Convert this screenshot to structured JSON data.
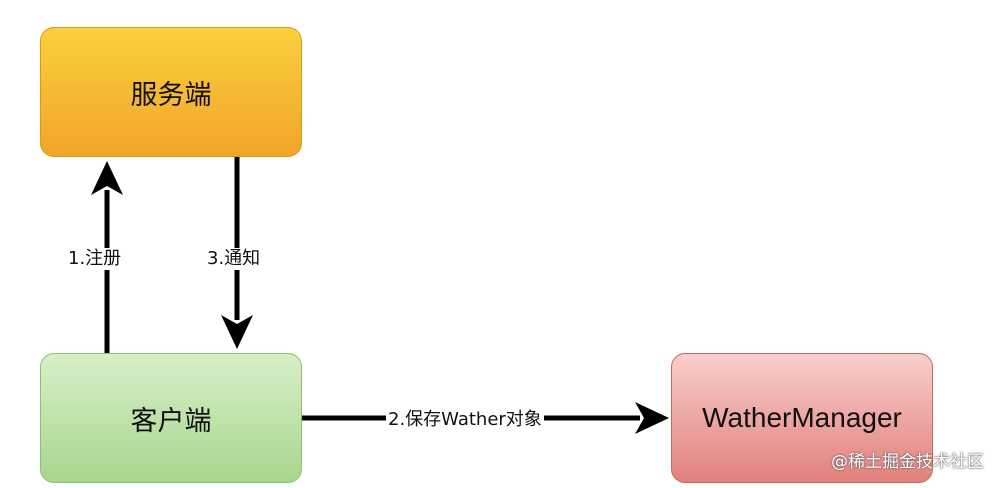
{
  "nodes": {
    "server": "服务端",
    "client": "客户端",
    "manager": "WatherManager"
  },
  "edges": {
    "register": "1.注册",
    "notify": "3.通知",
    "save": "2.保存Wather对象"
  },
  "watermark": "@稀土掘金技术社区",
  "colors": {
    "server_fill": "#f4b233",
    "client_fill": "#b9df9f",
    "manager_fill": "#ea9692",
    "arrow": "#000000"
  }
}
